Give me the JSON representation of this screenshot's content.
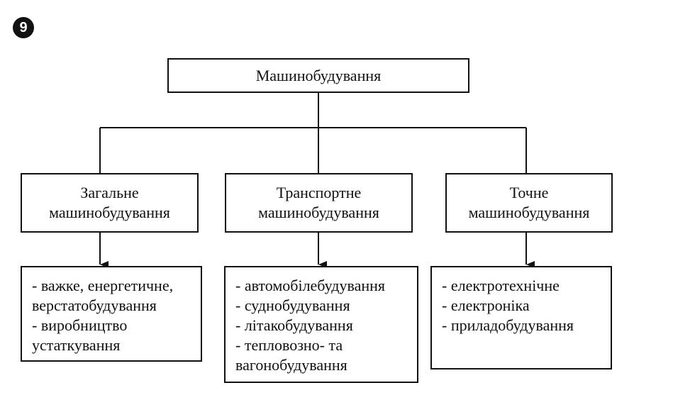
{
  "badge": "9",
  "root": {
    "label": "Машинобудування"
  },
  "categories": [
    {
      "line1": "Загальне",
      "line2": "машинобудування"
    },
    {
      "line1": "Транспортне",
      "line2": "машинобудування"
    },
    {
      "line1": "Точне",
      "line2": "машинобудування"
    }
  ],
  "lists": [
    [
      "- важке, енергетичне,",
      "верстатобудування",
      "- виробництво",
      "устаткування"
    ],
    [
      "- автомобілебудування",
      "- суднобудування",
      "- літакобудування",
      "- тепловозно- та",
      "вагонобудування"
    ],
    [
      "- електротехнічне",
      "- електроніка",
      "- приладобудування"
    ]
  ]
}
